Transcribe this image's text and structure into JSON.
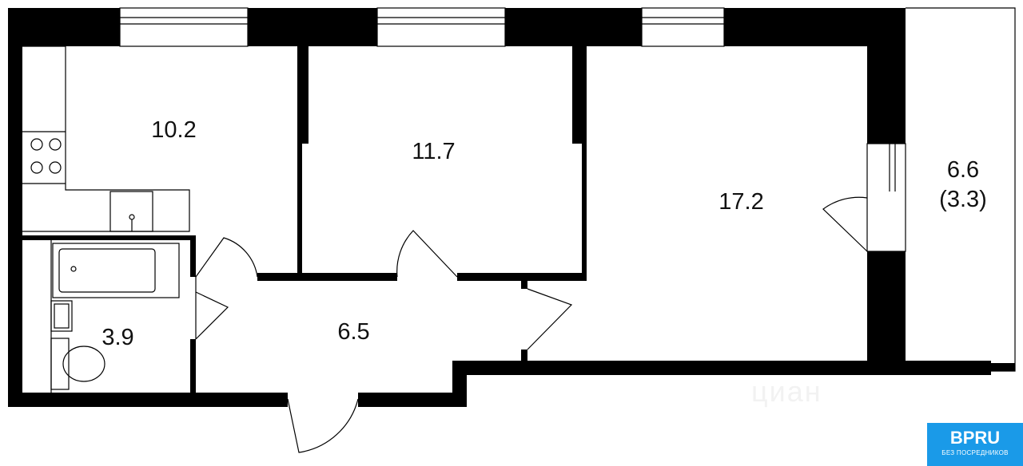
{
  "rooms": [
    {
      "name": "kitchen",
      "area": "10.2"
    },
    {
      "name": "bedroom",
      "area": "11.7"
    },
    {
      "name": "living-room",
      "area": "17.2"
    },
    {
      "name": "bathroom",
      "area": "3.9"
    },
    {
      "name": "hallway",
      "area": "6.5"
    },
    {
      "name": "balcony",
      "area": "6.6",
      "area_reduced": "(3.3)"
    }
  ],
  "watermark": "циан",
  "logo": {
    "brand": "BPRU",
    "tagline": "БЕЗ ПОСРЕДНИКОВ",
    "color": "#1a9ae8"
  }
}
